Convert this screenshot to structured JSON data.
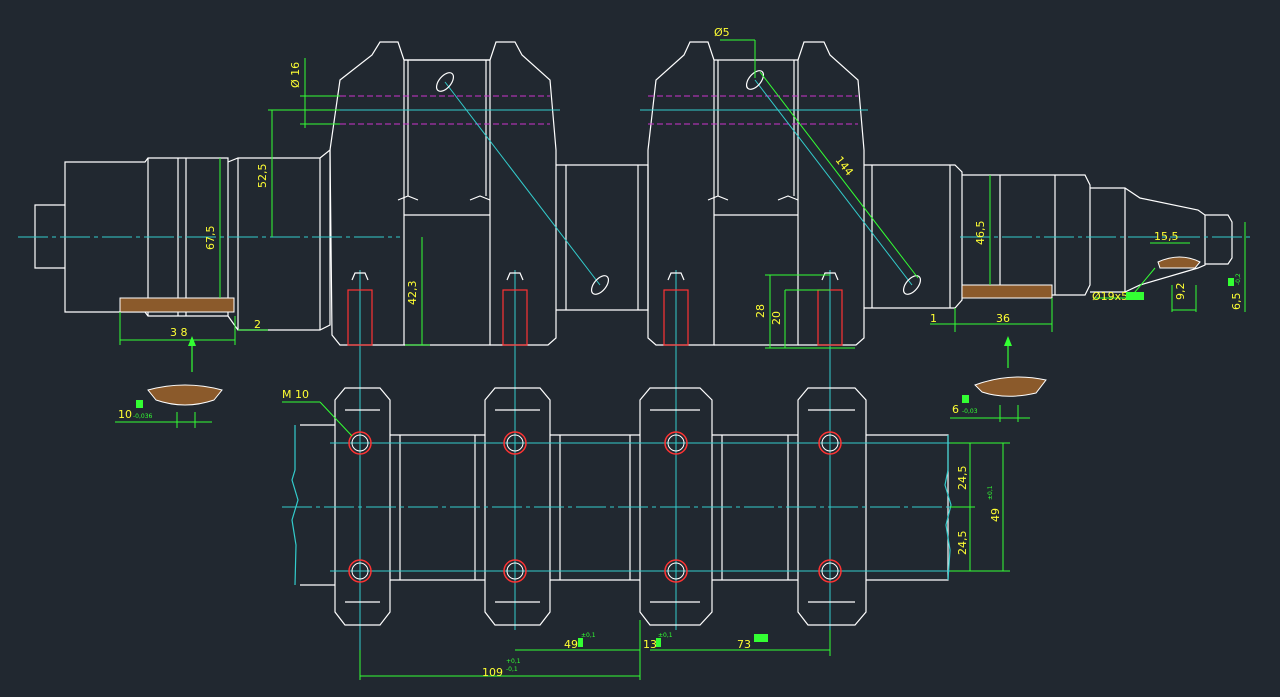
{
  "colors": {
    "background": "#212830",
    "outline": "#ffffff",
    "centerline": "#33cccc",
    "dimension": "#33ff33",
    "dimension_text": "#ffff33",
    "hidden_line": "#cc33cc",
    "hatch": "#8b5a2b",
    "hole": "#ff3333"
  },
  "dims": {
    "d16": "Ø 16",
    "d5": "Ø5",
    "l52": "52,5",
    "l67": "67,5",
    "l42": "42,3",
    "l144": "144",
    "l46": "46,5",
    "l15": "15,5",
    "thread": "Ø19x5",
    "l9": "9,2",
    "l65": "6,5",
    "l65_tol": "-0,2",
    "l38": "3 8",
    "l2": "2",
    "l1": "1",
    "l36": "36",
    "l28": "28",
    "l20": "20",
    "key_left": "10",
    "key_left_tol": "-0,036",
    "key_right": "6",
    "key_right_tol": "-0,03",
    "m10": "M 10",
    "l245a": "24,5",
    "l245b": "24,5",
    "l49v": "49",
    "l49v_tol": "±0,1",
    "l49": "49",
    "l49_tol": "±0,1",
    "l13": "13",
    "l13_tol": "±0,1",
    "l73": "73",
    "l109": "109",
    "l109_tol_up": "+0,1",
    "l109_tol_dn": "-0,1"
  }
}
